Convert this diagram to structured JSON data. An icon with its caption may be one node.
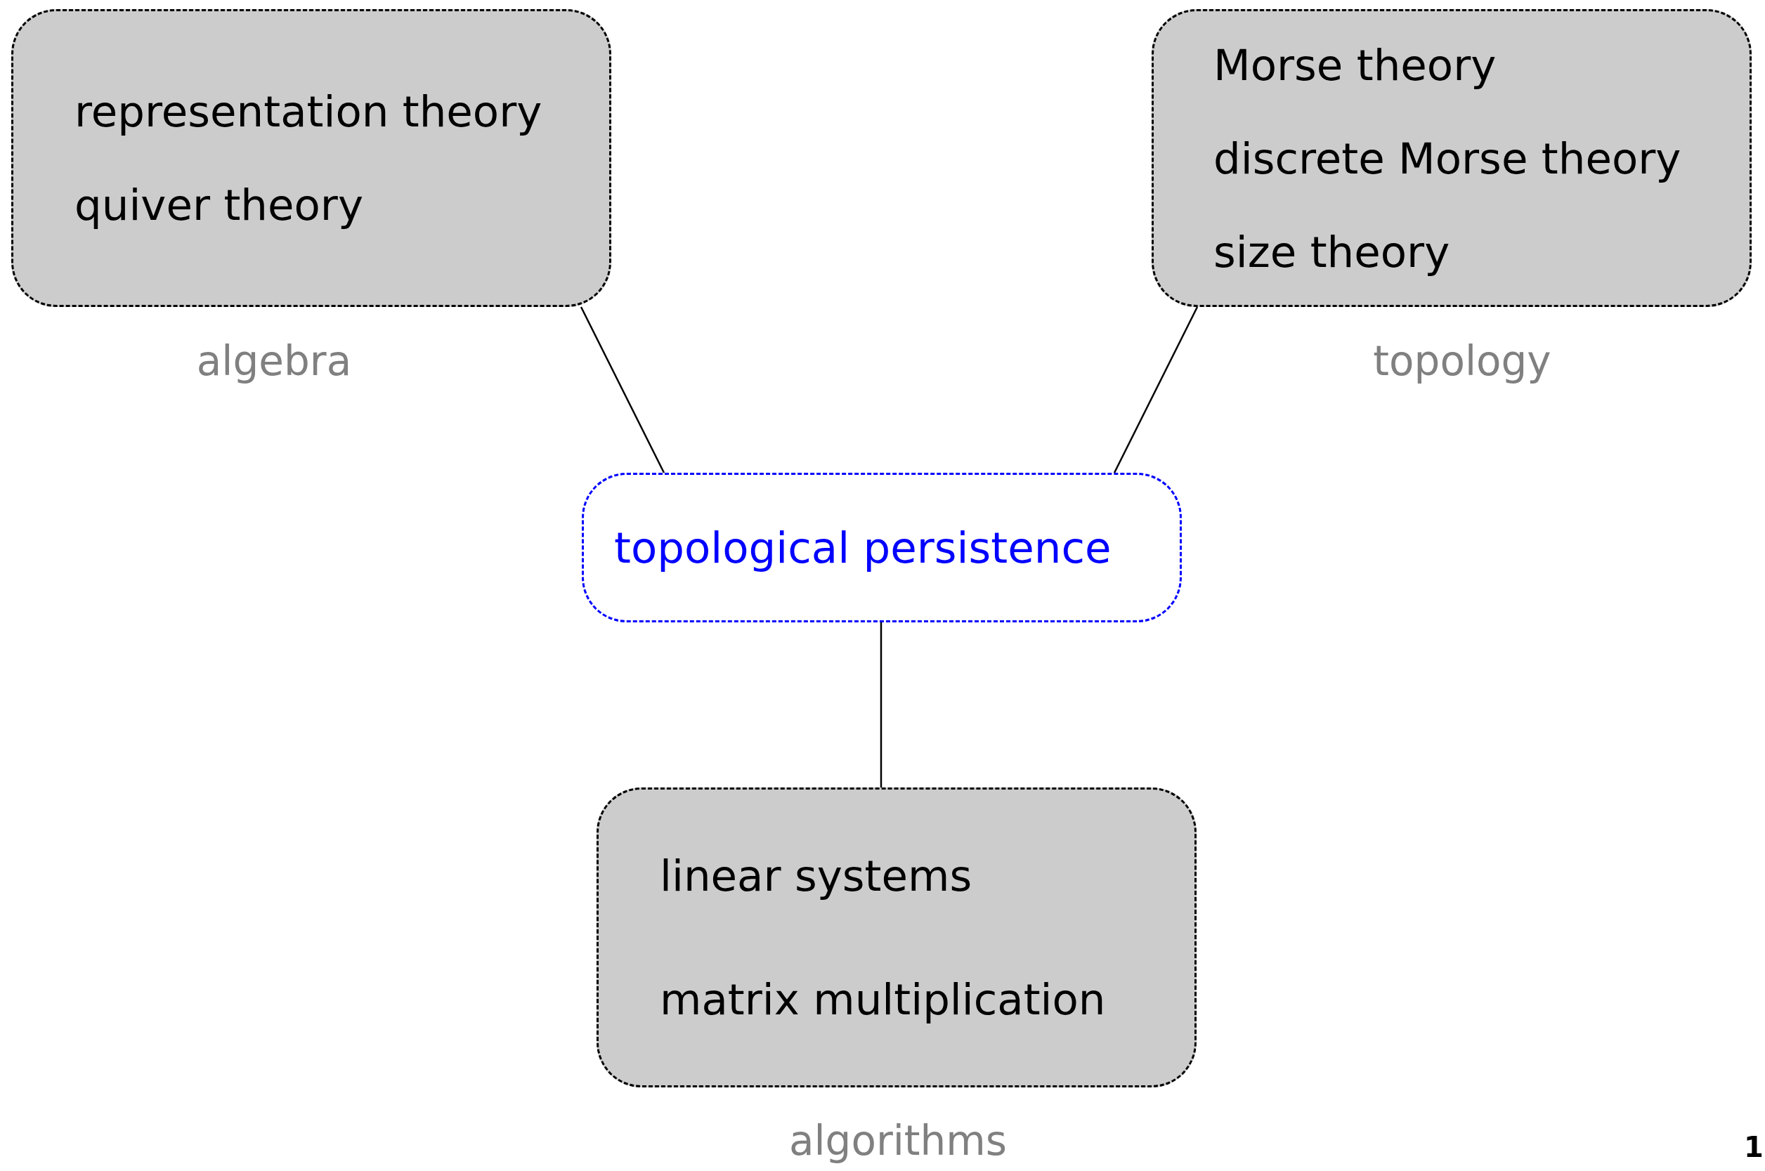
{
  "diagram": {
    "nodes": [
      {
        "text": [
          "representation theory",
          "quiver theory"
        ],
        "beside": [
          "algebra"
        ]
      },
      {
        "text": [
          "Morse theory",
          "discrete Morse theory",
          "size theory"
        ],
        "beside": [
          "topology"
        ]
      },
      {
        "text": [
          "topological persistence"
        ]
      },
      {
        "text": [
          "linear systems",
          "matrix multiplication"
        ],
        "beside": [
          "algorithms"
        ]
      }
    ],
    "edges": [
      {
        "from": 2,
        "to": 0,
        "arrow": "none"
      },
      {
        "from": 2,
        "to": 1,
        "arrow": "none"
      },
      {
        "from": 2,
        "to": 3,
        "arrow": "none"
      }
    ],
    "labels": [
      "1"
    ]
  }
}
